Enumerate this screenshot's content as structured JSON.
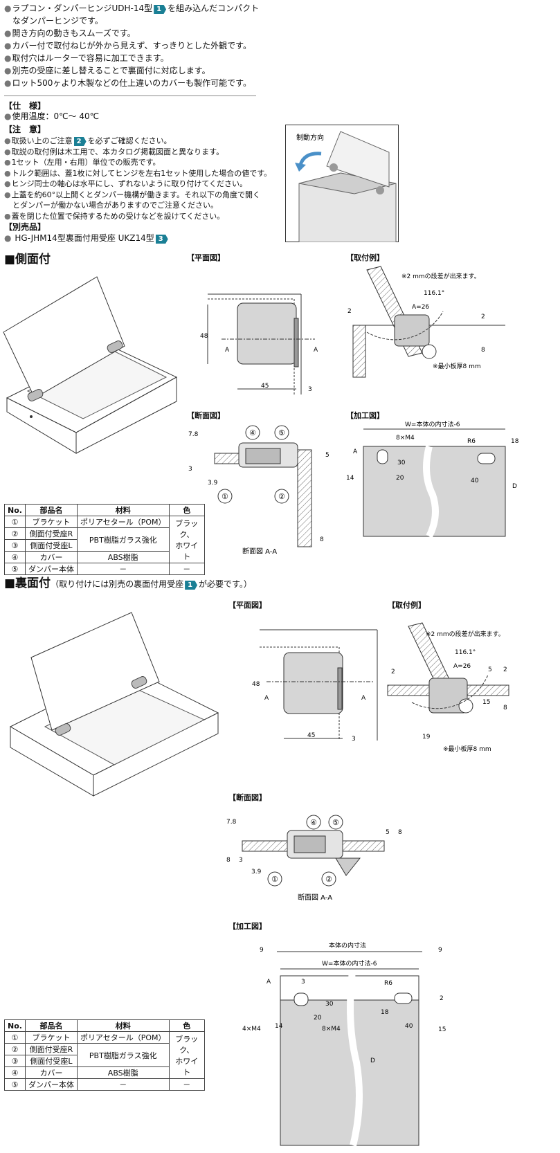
{
  "intro": [
    {
      "pre": "ラプコン・ダンパーヒンジUDH-14型",
      "badge": "1",
      "post": "を組み込んだコンパクト"
    },
    {
      "pre": "なダンパーヒンジです。",
      "badge": "",
      "post": ""
    },
    {
      "pre": "開き方向の動きもスムーズです。",
      "badge": "",
      "post": ""
    },
    {
      "pre": "カバー付で取付ねじが外から見えず、すっきりとした外観です。",
      "badge": "",
      "post": ""
    },
    {
      "pre": "取付穴はルーターで容易に加工できます。",
      "badge": "",
      "post": ""
    },
    {
      "pre": "別売の受座に差し替えることで裏面付に対応します。",
      "badge": "",
      "post": ""
    },
    {
      "pre": "ロット500ヶより木製などの仕上違いのカバーも製作可能です。",
      "badge": "",
      "post": ""
    }
  ],
  "spec": {
    "heading": "【仕　様】",
    "temp": "使用温度：0℃～ 40℃"
  },
  "caution": {
    "heading": "【注　意】",
    "lines": [
      {
        "pre": "取扱い上のご注意",
        "badge": "2",
        "post": "を必ずご確認ください。",
        "bullet": true
      },
      {
        "pre": "取説の取付例は木工用で、本カタログ掲載図面と異なります。",
        "badge": "",
        "post": "",
        "bullet": true
      },
      {
        "pre": "1セット（左用・右用）単位での販売です。",
        "badge": "",
        "post": "",
        "bullet": true
      },
      {
        "pre": "トルク範囲は、蓋1枚に対してヒンジを左右1セット使用した場合の値です。",
        "badge": "",
        "post": "",
        "bullet": true
      },
      {
        "pre": "ヒンジ同士の軸心は水平にし、ずれないように取り付けてください。",
        "badge": "",
        "post": "",
        "bullet": true
      },
      {
        "pre": "上蓋を約60°以上開くとダンパー機構が働きます。それ以下の角度で開く",
        "badge": "",
        "post": "",
        "bullet": true
      },
      {
        "pre": "とダンパーが働かない場合がありますのでご注意ください。",
        "badge": "",
        "post": "",
        "bullet": false
      },
      {
        "pre": "蓋を閉じた位置で保持するための受けなどを設けてください。",
        "badge": "",
        "post": "",
        "bullet": true
      }
    ]
  },
  "option": {
    "heading": "【別売品】",
    "text": "HG-JHM14型裏面付用受座 UKZ14型",
    "badge": "3"
  },
  "photo_label": "制動方向",
  "section1": {
    "title": "■側面付",
    "plan_label": "【平面図】",
    "mount_label": "【取付例】",
    "section_label": "【断面図】",
    "machining_label": "【加工図】",
    "mount_note": "※2 mmの段差が出来ます。",
    "mount_min": "※最小板厚8 mm",
    "section_caption": "断面図 A-A",
    "dims": {
      "d48": "48",
      "d45": "45",
      "d3": "3",
      "a": "A",
      "angle": "116.1°",
      "a26": "A=26",
      "d2": "2",
      "d8": "8",
      "d7_8": "7.8",
      "d3_9": "3.9",
      "d5": "5",
      "d18": "18",
      "d30": "30",
      "d14": "14",
      "d20": "20",
      "d40": "40",
      "r6": "R6",
      "m4": "8×M4",
      "w": "W=本体の内寸法-6",
      "d": "D",
      "c1": "①",
      "c2": "②",
      "c4": "④",
      "c5": "⑤"
    }
  },
  "section2": {
    "title": "■裏面付",
    "subtitle": "（取り付けには別売の裏面付用受座",
    "subtitle_badge": "1",
    "subtitle_post": "が必要です。）",
    "plan_label": "【平面図】",
    "mount_label": "【取付例】",
    "section_label": "【断面図】",
    "machining_label": "【加工図】",
    "mount_note": "※2 mmの段差が出来ます。",
    "mount_min": "※最小板厚8 mm",
    "section_caption": "断面図 A-A",
    "dims": {
      "inner": "本体の内寸法",
      "w": "W=本体の内寸法-6",
      "d9": "9",
      "d3": "3",
      "m4a": "4×M4",
      "m4b": "8×M4",
      "d19": "19",
      "d15": "15"
    }
  },
  "table": {
    "headers": [
      "No.",
      "部品名",
      "材料",
      "色"
    ],
    "rows": [
      {
        "no": "①",
        "name": "ブラケット",
        "material": "ポリアセタール（POM）"
      },
      {
        "no": "②",
        "name": "側面付受座R",
        "material": "PBT樹脂ガラス強化"
      },
      {
        "no": "③",
        "name": "側面付受座L",
        "material": ""
      },
      {
        "no": "④",
        "name": "カバー",
        "material": "ABS樹脂"
      },
      {
        "no": "⑤",
        "name": "ダンパー本体",
        "material": "－",
        "color": "－"
      }
    ],
    "color_main": "ブラック、\nホワイト"
  }
}
